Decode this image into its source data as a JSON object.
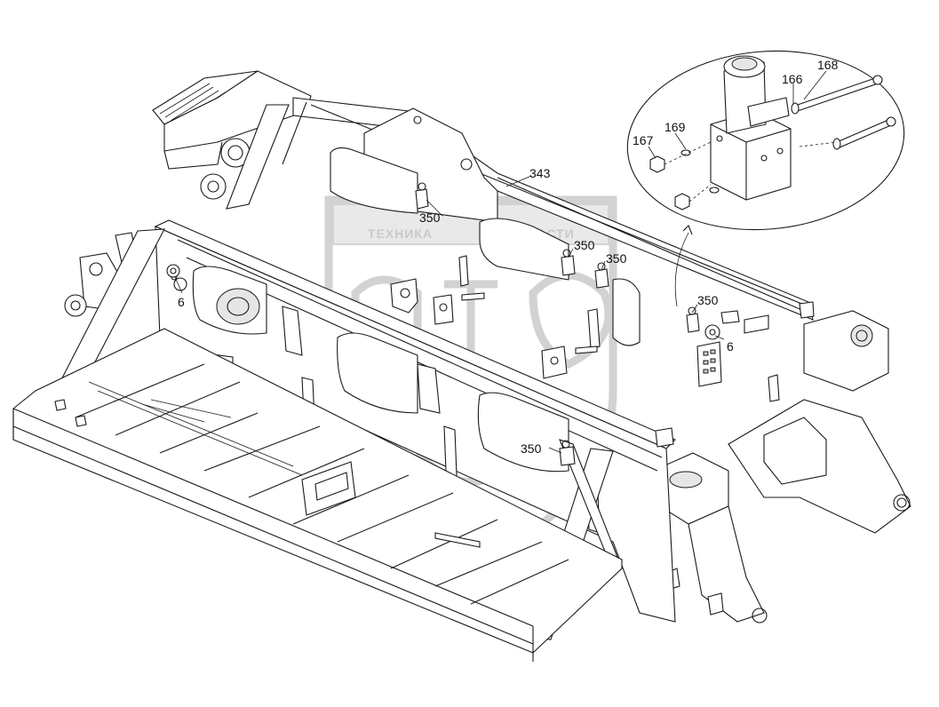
{
  "watermark": {
    "left_text": "ТЕХНИКА",
    "right_text": "ЗАПЧАСТИ"
  },
  "callouts": {
    "c343": "343",
    "c350_a": "350",
    "c350_b": "350",
    "c350_c": "350",
    "c350_d": "350",
    "c350_e": "350",
    "c6_left": "6",
    "c6_right": "6"
  },
  "detail": {
    "c166": "166",
    "c167": "167",
    "c168": "168",
    "c169": "169"
  }
}
